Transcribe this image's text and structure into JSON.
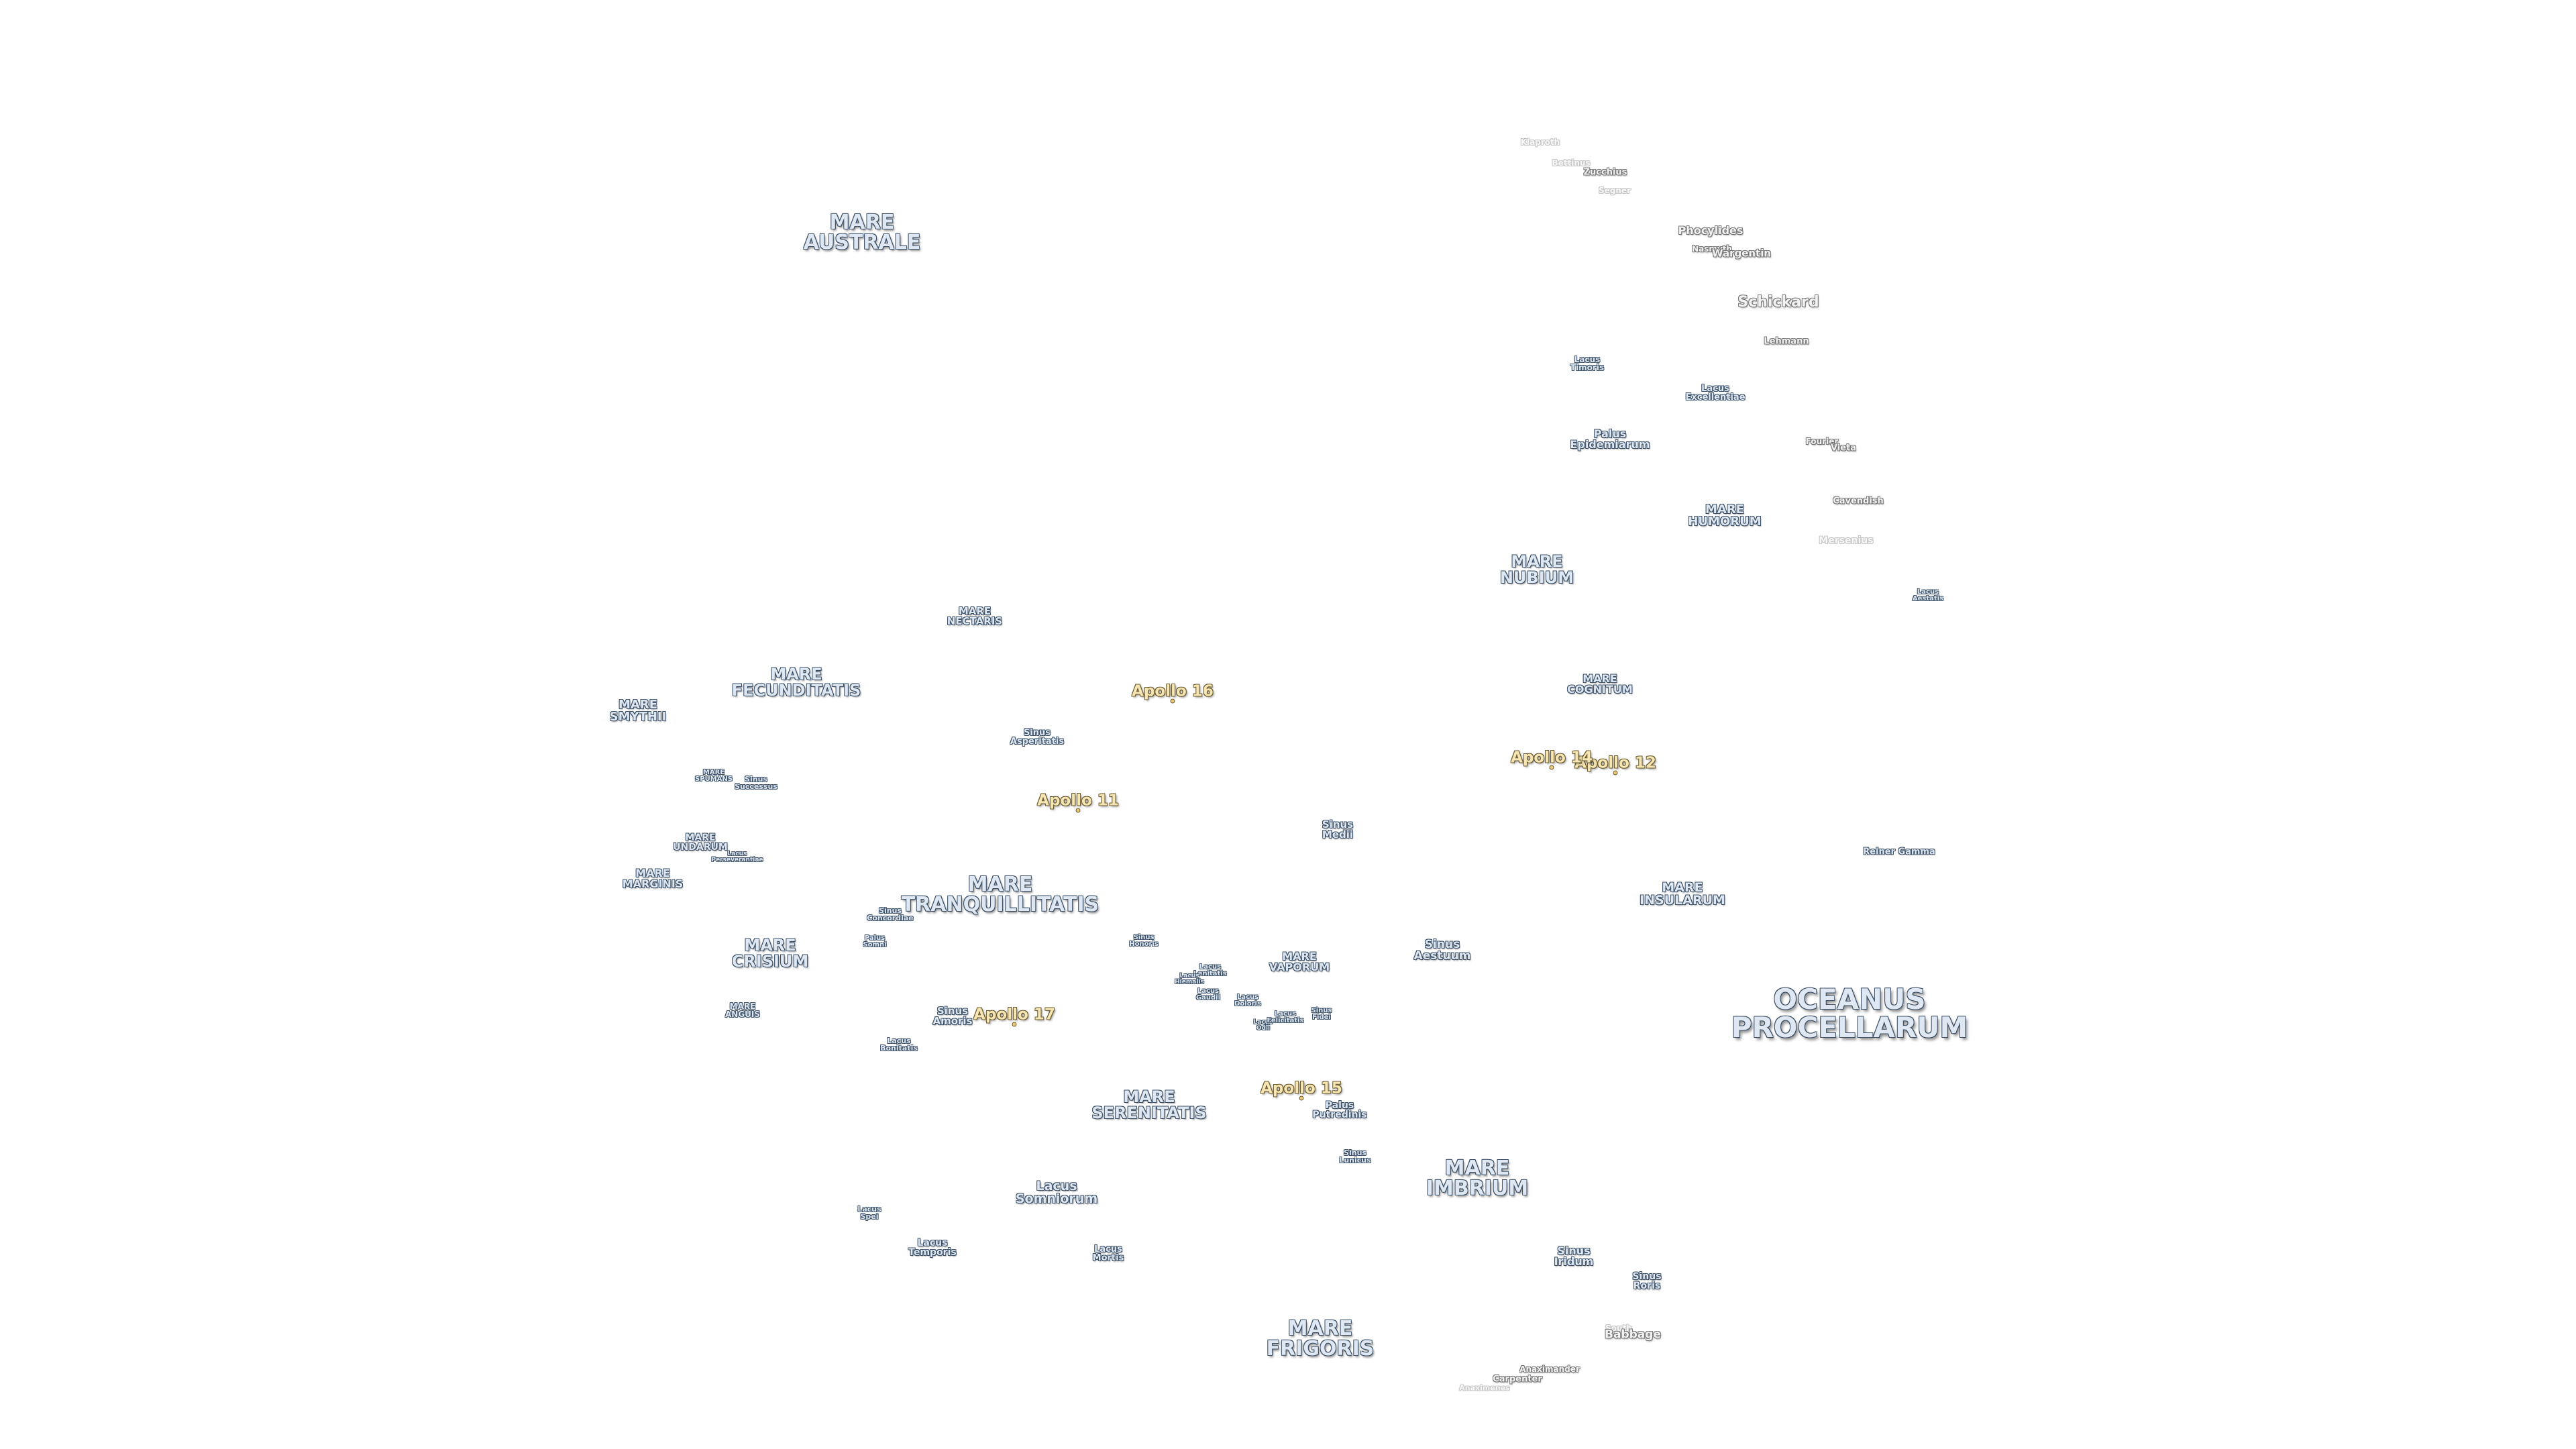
{
  "map": {
    "maria": {
      "mare_australe": "MARE\nAUSTRALE",
      "mare_nectaris": "MARE\nNECTARIS",
      "mare_fecunditatis": "MARE\nFECUNDITATIS",
      "mare_smythii": "MARE\nSMYTHII",
      "mare_spumans": "MARE\nSPUMANS",
      "mare_undarum": "MARE\nUNDARUM",
      "mare_marginis": "MARE\nMARGINIS",
      "mare_tranquillitatis": "MARE\nTRANQUILLITATIS",
      "mare_crisium": "MARE\nCRISIUM",
      "mare_anguis": "MARE\nANGUIS",
      "mare_serenitatis": "MARE\nSERENITATIS",
      "mare_vaporum": "MARE\nVAPORUM",
      "mare_imbrium": "MARE\nIMBRIUM",
      "mare_frigoris": "MARE\nFRIGORIS",
      "mare_nubium": "MARE\nNUBIUM",
      "mare_humorum": "MARE\nHUMORUM",
      "mare_cognitum": "MARE\nCOGNITUM",
      "mare_insularum": "MARE\nINSULARUM",
      "oceanus_procellarum": "OCEANUS\nPROCELLARUM"
    },
    "minor": {
      "sinus_asperitatis": "Sinus\nAsperitatis",
      "sinus_successus": "Sinus\nSuccessus",
      "lacus_perseverantiae": "Lacus\nPerseverantiae",
      "sinus_concordiae": "Sinus\nConcordiae",
      "palus_somni": "Palus\nSomni",
      "sinus_amoris": "Sinus\nAmoris",
      "lacus_bonitatis": "Lacus\nBonitatis",
      "lacus_somniorum": "Lacus\nSomniorum",
      "lacus_spei": "Lacus\nSpei",
      "lacus_temporis": "Lacus\nTemporis",
      "lacus_mortis": "Lacus\nMortis",
      "sinus_honoris": "Sinus\nHonoris",
      "lacus_lenitatis": "Lacus\nLenitatis",
      "lacus_hiemalis": "Lacus\nHiemalis",
      "lacus_gaudii": "Lacus\nGaudii",
      "lacus_doloris": "Lacus\nDoloris",
      "lacus_odii": "Lacus\nOdii",
      "lacus_felicitatis": "Lacus\nFelicitatis",
      "sinus_fidei": "Sinus\nFidei",
      "sinus_medii": "Sinus\nMedii",
      "sinus_aestuum": "Sinus\nAestuum",
      "palus_putredinis": "Palus\nPutredinis",
      "sinus_lunicus": "Sinus\nLunicus",
      "sinus_iridum": "Sinus\nIridum",
      "sinus_roris": "Sinus\nRoris",
      "lacus_timoris": "Lacus\nTimoris",
      "lacus_excellentiae": "Lacus\nExcellentiae",
      "palus_epidemiarum": "Palus\nEpidemiarum",
      "lacus_aestatis": "Lacus\nAestatis",
      "reiner_gamma": "Reiner Gamma"
    },
    "craters": {
      "klaproth": "Klaproth",
      "bettinus": "Bettinus",
      "zucchius": "Zucchius",
      "segner": "Segner",
      "phocylides": "Phocylides",
      "nasmyth": "Nasmyth",
      "wargentin": "Wargentin",
      "schickard": "Schickard",
      "lehmann": "Lehmann",
      "fourier": "Fourier",
      "vieta": "Vieta",
      "cavendish": "Cavendish",
      "mersenius": "Mersenius",
      "south": "South",
      "babbage": "Babbage",
      "anaximander": "Anaximander",
      "carpenter": "Carpenter",
      "anaximenes": "Anaximenes"
    },
    "apollo_sites": {
      "apollo_11": "Apollo 11",
      "apollo_12": "Apollo 12",
      "apollo_14": "Apollo 14",
      "apollo_15": "Apollo 15",
      "apollo_16": "Apollo 16",
      "apollo_17": "Apollo 17"
    },
    "colors": {
      "background": "#ffffff",
      "mare_text": "#dfe8f2",
      "mare_outline": "#3a4f66",
      "crater_text": "#f2f2f2",
      "apollo_text": "#f6e6b4"
    }
  }
}
